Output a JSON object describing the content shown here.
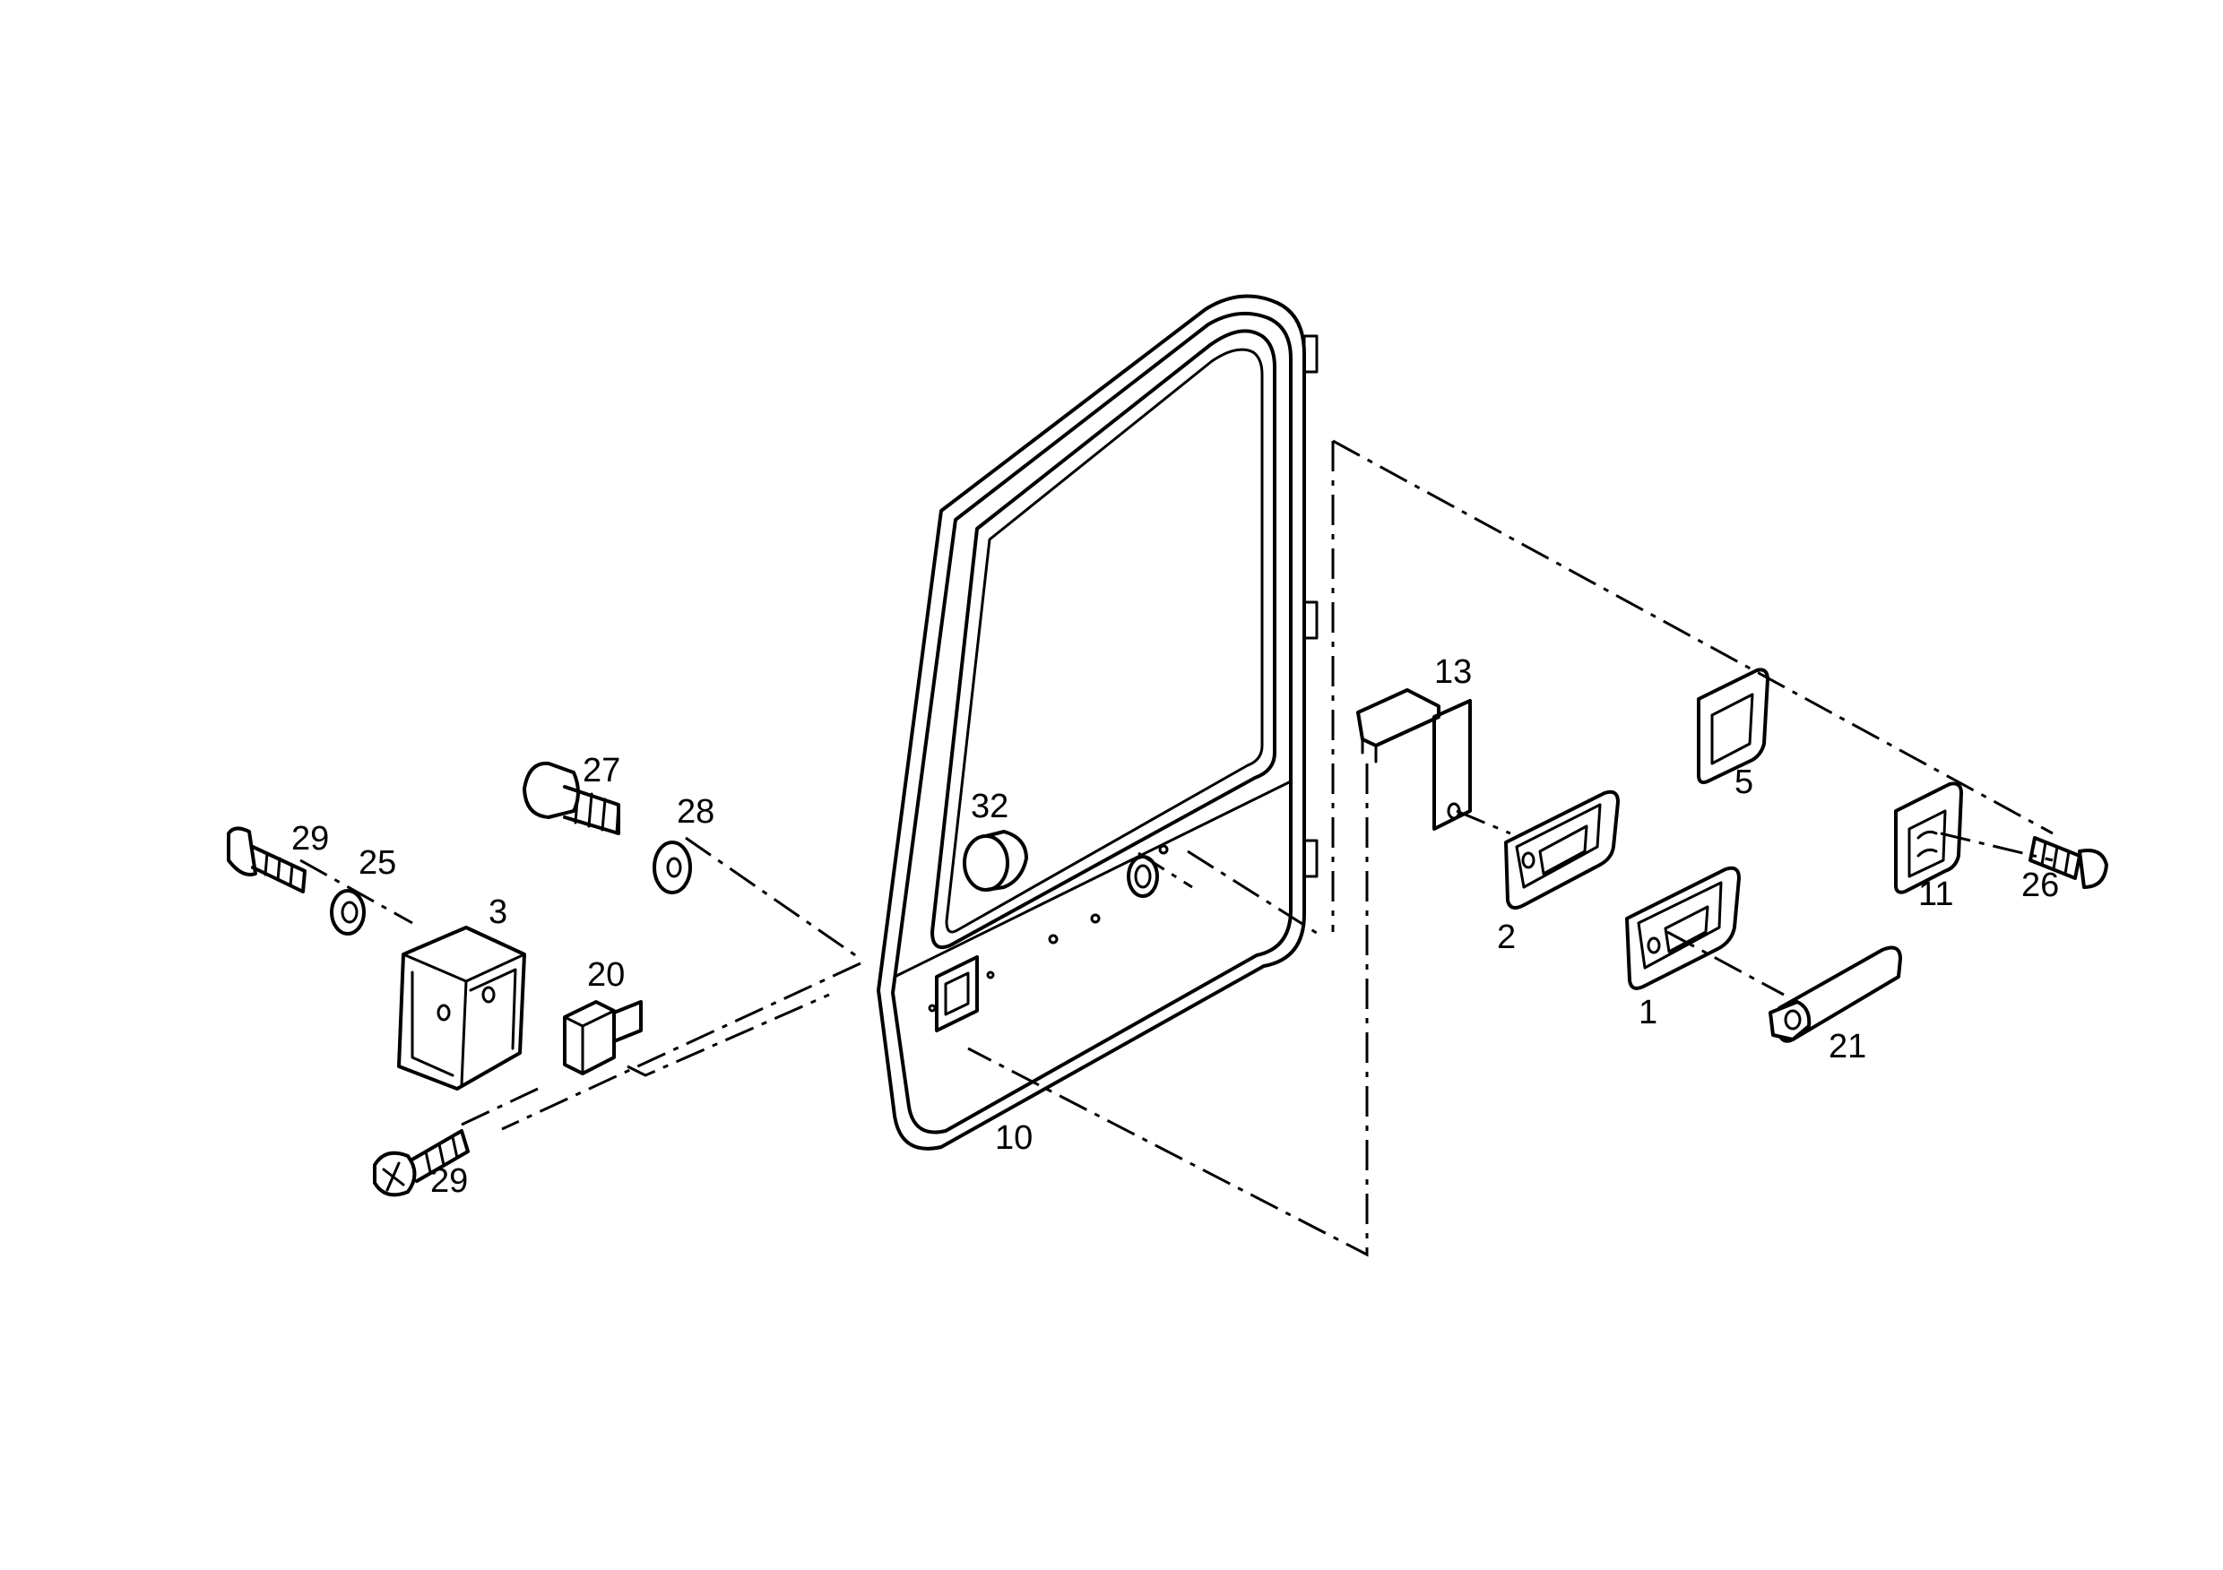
{
  "diagram": {
    "callouts": [
      {
        "id": "c1",
        "text": "1"
      },
      {
        "id": "c2",
        "text": "2"
      },
      {
        "id": "c3",
        "text": "3"
      },
      {
        "id": "c5",
        "text": "5"
      },
      {
        "id": "c10",
        "text": "10"
      },
      {
        "id": "c11",
        "text": "11"
      },
      {
        "id": "c13",
        "text": "13"
      },
      {
        "id": "c20",
        "text": "20"
      },
      {
        "id": "c21",
        "text": "21"
      },
      {
        "id": "c25",
        "text": "25"
      },
      {
        "id": "c26",
        "text": "26"
      },
      {
        "id": "c27",
        "text": "27"
      },
      {
        "id": "c28",
        "text": "28"
      },
      {
        "id": "c29a",
        "text": "29"
      },
      {
        "id": "c29b",
        "text": "29"
      },
      {
        "id": "c32",
        "text": "32"
      }
    ]
  }
}
